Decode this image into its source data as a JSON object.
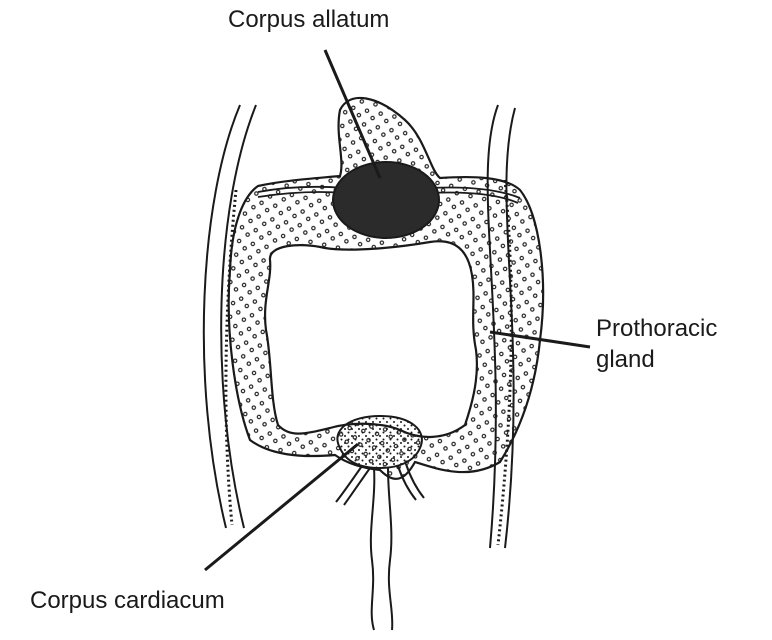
{
  "diagram": {
    "labels": {
      "corpus_allatum": "Corpus allatum",
      "prothoracic_gland_line1": "Prothoracic",
      "prothoracic_gland_line2": "gland",
      "corpus_cardiacum": "Corpus cardiacum"
    },
    "colors": {
      "ink": "#1a1a1a",
      "background": "#ffffff",
      "corpus_allatum_fill": "#2b2b2b"
    }
  }
}
